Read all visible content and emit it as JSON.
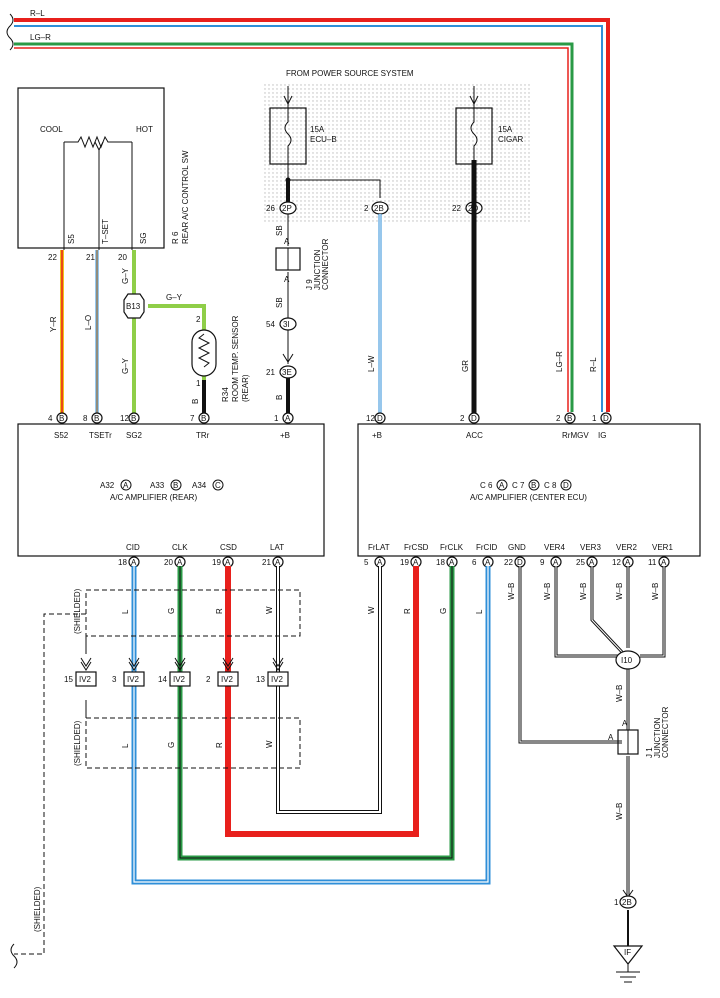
{
  "top_wires": {
    "r_l": "R–L",
    "lg_r": "LG–R"
  },
  "power_source": "FROM POWER SOURCE SYSTEM",
  "fuses": [
    {
      "rating": "15A",
      "name": "ECU–B"
    },
    {
      "rating": "15A",
      "name": "CIGAR"
    }
  ],
  "rear_sw": {
    "code": "R 6",
    "name": "REAR A/C CONTROL SW",
    "cool": "COOL",
    "hot": "HOT",
    "terminals": [
      "S5",
      "T–SET",
      "SG"
    ],
    "pins": [
      "22",
      "21",
      "20"
    ]
  },
  "b13": "B13",
  "sensor": {
    "code": "R34",
    "name": "ROOM TEMP. SENSOR",
    "sub": "(REAR)",
    "pins": [
      "2",
      "1"
    ]
  },
  "j9": {
    "code": "J 9",
    "name": "JUNCTION",
    "name2": "CONNECTOR",
    "pins": [
      "A",
      "A"
    ]
  },
  "j1": {
    "code": "J 1",
    "name": "JUNCTION",
    "name2": "CONNECTOR",
    "pins": [
      "A",
      "A"
    ]
  },
  "left_wires": {
    "y_r": "Y–R",
    "l_o": "L–O",
    "g_y": "G–Y",
    "g_y2": "G–Y",
    "g_y3": "G–Y",
    "b": "B"
  },
  "center_wires": {
    "sb": "SB",
    "sb2": "SB",
    "b": "B",
    "l_w": "L–W",
    "gr": "GR",
    "lg_r": "LG–R",
    "r_l": "R–L"
  },
  "conn_pins": {
    "p26": "26",
    "c2p": "2P",
    "p2a": "2",
    "c2b": "2B",
    "p22": "22",
    "c2d": "2D",
    "p54": "54",
    "c3i": "3I",
    "p21": "21",
    "c3e": "3E"
  },
  "rear_amp": {
    "codes": [
      "A32",
      "A33",
      "A34"
    ],
    "letters": [
      "A",
      "B",
      "C"
    ],
    "name": "A/C AMPLIFIER (REAR)",
    "top_terms": [
      {
        "pin": "4",
        "conn": "B",
        "label": "S52"
      },
      {
        "pin": "8",
        "conn": "B",
        "label": "TSETr"
      },
      {
        "pin": "12",
        "conn": "B",
        "label": "SG2"
      },
      {
        "pin": "7",
        "conn": "B",
        "label": "TRr"
      },
      {
        "pin": "1",
        "conn": "A",
        "label": "+B"
      }
    ],
    "bot_terms": [
      {
        "pin": "18",
        "conn": "A",
        "label": "CID"
      },
      {
        "pin": "20",
        "conn": "A",
        "label": "CLK"
      },
      {
        "pin": "19",
        "conn": "A",
        "label": "CSD"
      },
      {
        "pin": "21",
        "conn": "A",
        "label": "LAT"
      }
    ]
  },
  "center_amp": {
    "codes": [
      "C 6",
      "C 7",
      "C 8"
    ],
    "letters": [
      "A",
      "B",
      "D"
    ],
    "name": "A/C AMPLIFIER (CENTER ECU)",
    "top_terms": [
      {
        "pin": "12",
        "conn": "D",
        "label": "+B"
      },
      {
        "pin": "2",
        "conn": "D",
        "label": "ACC"
      },
      {
        "pin": "2",
        "conn": "B",
        "label": "RrMGV"
      },
      {
        "pin": "1",
        "conn": "D",
        "label": "IG"
      }
    ],
    "bot_terms": [
      {
        "pin": "5",
        "conn": "A",
        "label": "FrLAT"
      },
      {
        "pin": "19",
        "conn": "A",
        "label": "FrCSD"
      },
      {
        "pin": "18",
        "conn": "A",
        "label": "FrCLK"
      },
      {
        "pin": "6",
        "conn": "A",
        "label": "FrCID"
      },
      {
        "pin": "22",
        "conn": "D",
        "label": "GND"
      },
      {
        "pin": "9",
        "conn": "A",
        "label": "VER4"
      },
      {
        "pin": "25",
        "conn": "A",
        "label": "VER3"
      },
      {
        "pin": "12",
        "conn": "A",
        "label": "VER2"
      },
      {
        "pin": "11",
        "conn": "A",
        "label": "VER1"
      }
    ]
  },
  "bus_wires": {
    "l": "L",
    "g": "G",
    "r": "R",
    "w": "W",
    "w2": "W",
    "r2": "R",
    "g2": "G",
    "l2": "L"
  },
  "bus_wires_low": {
    "l": "L",
    "g": "G",
    "r": "R",
    "w": "W"
  },
  "gnd_wires": {
    "wb1": "W–B",
    "wb2": "W–B",
    "wb3": "W–B",
    "wb4": "W–B",
    "wb5": "W–B",
    "wb6": "W–B",
    "wb7": "W–B"
  },
  "iv2": {
    "name": "IV2",
    "pins": [
      "15",
      "3",
      "14",
      "2",
      "13"
    ]
  },
  "i10": "I10",
  "shielded": [
    "(SHIELDED)",
    "(SHIELDED)",
    "(SHIELDED)"
  ],
  "ground": {
    "pin": "1",
    "conn": "2B",
    "code": "IF"
  },
  "colors": {
    "red": "#e8201c",
    "blue": "#2f8fd8",
    "green": "#2a9a46",
    "yellow": "#f0c417",
    "lightgreen": "#8fce48",
    "black": "#111111",
    "gray": "#9a9a9a"
  }
}
